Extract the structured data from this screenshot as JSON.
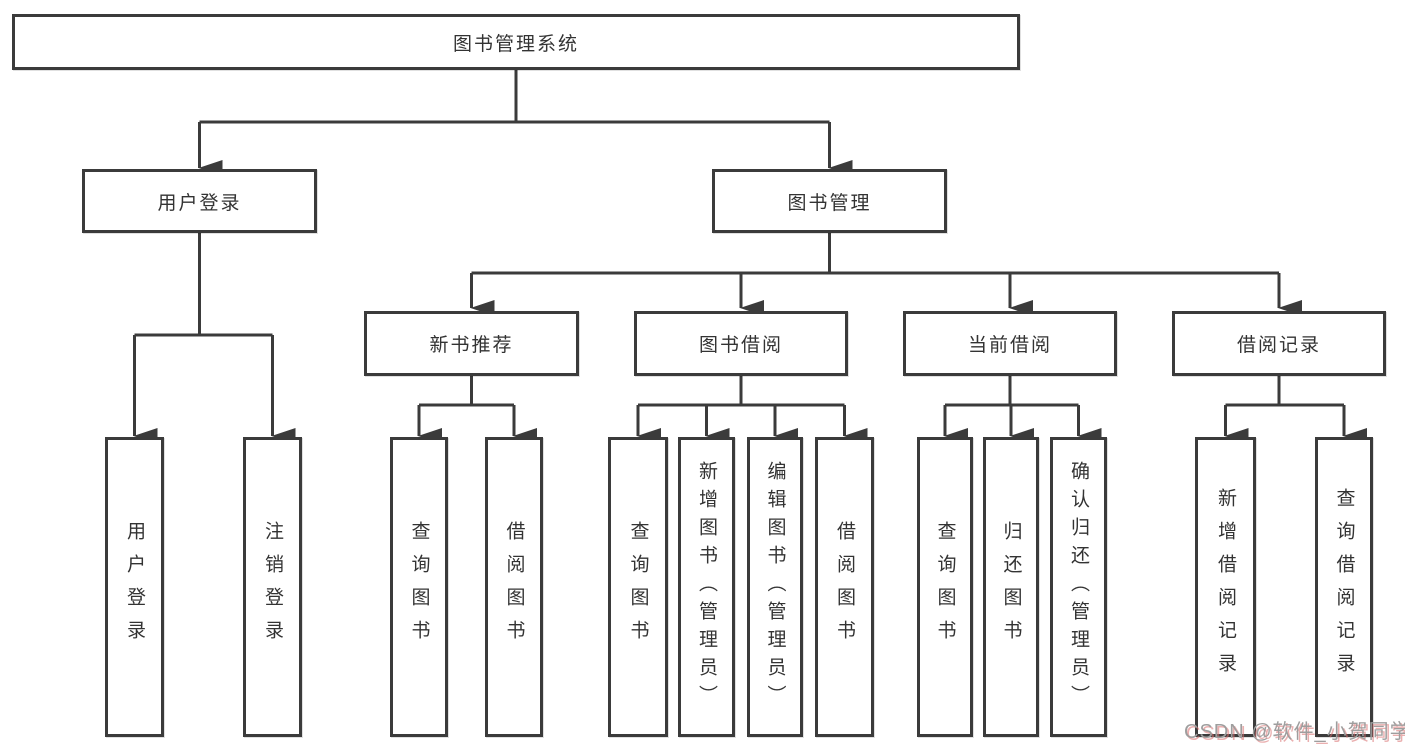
{
  "diagram": {
    "title": "图书管理系统",
    "level2": {
      "user_login": "用户登录",
      "book_mgmt": "图书管理"
    },
    "level3": {
      "new_book_rec": "新书推荐",
      "book_borrow": "图书借阅",
      "current_borrow": "当前借阅",
      "borrow_record": "借阅记录"
    },
    "leaves": {
      "login": "用户登录",
      "logout": "注销登录",
      "rec_query": "查询图书",
      "rec_borrow": "借阅图书",
      "bb_query": "查询图书",
      "bb_add": "新增图书（管理员）",
      "bb_edit": "编辑图书（管理员）",
      "bb_borrow": "借阅图书",
      "cb_query": "查询图书",
      "cb_return": "归还图书",
      "cb_confirm": "确认归还（管理员）",
      "br_add": "新增借阅记录",
      "br_query": "查询借阅记录"
    },
    "watermark": "CSDN @软件_小贺同学",
    "colors": {
      "line": "#3b3b3b",
      "text": "#333333",
      "watermark": "#9e9e9e"
    }
  }
}
